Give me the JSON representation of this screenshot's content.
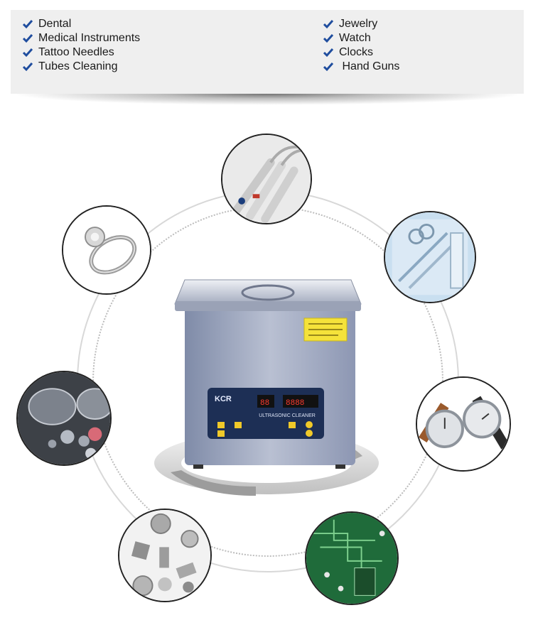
{
  "applications": {
    "left": [
      "Dental",
      "Medical Instruments",
      "Tattoo Needles",
      "Tubes Cleaning"
    ],
    "right": [
      "Jewelry",
      "Watch",
      "Clocks",
      " Hand Guns"
    ]
  },
  "device": {
    "brand": "KCR",
    "panel_label": "ULTRASONIC CLEANER"
  },
  "bubbles": [
    {
      "name": "dental-tools-image"
    },
    {
      "name": "ring-jewelry-image"
    },
    {
      "name": "medical-instruments-image"
    },
    {
      "name": "lenses-image"
    },
    {
      "name": "watches-image"
    },
    {
      "name": "metal-parts-image"
    },
    {
      "name": "circuit-board-image"
    }
  ],
  "colors": {
    "accent_check": "#1f4d9e",
    "banner_bg": "#efefef",
    "panel_bg": "#1d2f55"
  }
}
